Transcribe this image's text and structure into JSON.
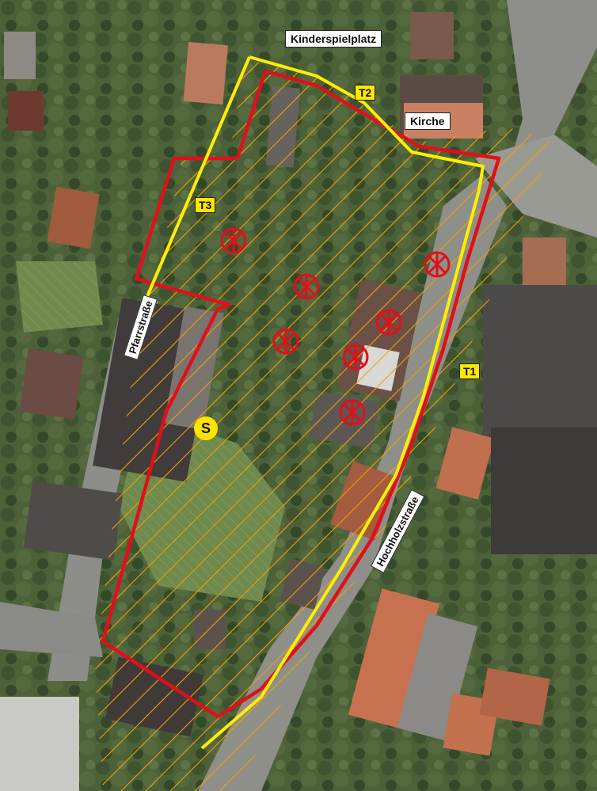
{
  "map": {
    "labels": {
      "kinderspielplatz": "Kinderspielplatz",
      "kirche": "Kirche",
      "t1": "T1",
      "t2": "T2",
      "t3": "T3",
      "s": "S"
    },
    "streets": {
      "pfarrstrasse": "Pfarrstraße",
      "hochholzstrasse": "Hochholzstraße"
    },
    "boundary_colors": {
      "plan_area": "#e0101a",
      "corridor": "#ffee00",
      "hatching": "#f0a000"
    },
    "tree_removal_marker_count": 7
  }
}
